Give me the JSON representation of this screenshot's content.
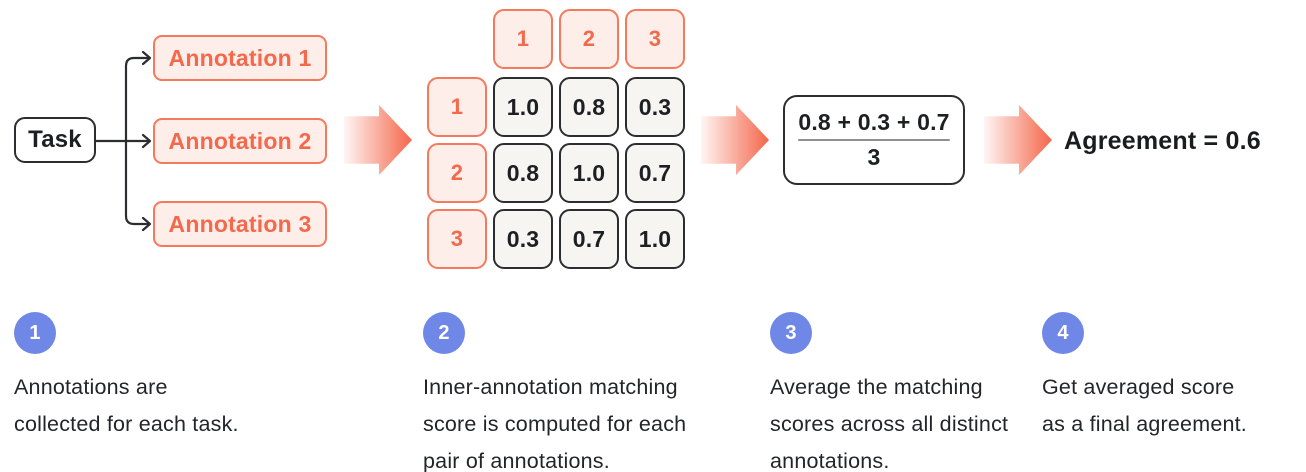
{
  "flow": {
    "task_label": "Task",
    "annotations": [
      "Annotation 1",
      "Annotation 2",
      "Annotation 3"
    ],
    "matrix": {
      "col_headers": [
        "1",
        "2",
        "3"
      ],
      "row_headers": [
        "1",
        "2",
        "3"
      ],
      "cells": [
        [
          "1.0",
          "0.8",
          "0.3"
        ],
        [
          "0.8",
          "1.0",
          "0.7"
        ],
        [
          "0.3",
          "0.7",
          "1.0"
        ]
      ]
    },
    "formula": {
      "numerator": "0.8 + 0.3 + 0.7",
      "denominator": "3"
    },
    "result_label": "Agreement = 0.6"
  },
  "steps": [
    {
      "number": "1",
      "lines": [
        "Annotations are",
        "collected for each task.",
        ""
      ]
    },
    {
      "number": "2",
      "lines": [
        "Inner-annotation matching",
        "score is computed for each",
        "pair of annotations."
      ]
    },
    {
      "number": "3",
      "lines": [
        "Average the matching",
        "scores across all distinct",
        "annotations."
      ]
    },
    {
      "number": "4",
      "lines": [
        "Get averaged score",
        "as a final agreement.",
        ""
      ]
    }
  ],
  "colors": {
    "coral": "#f4684b",
    "coral_border": "#f5795c",
    "coral_fill": "#fdeee9",
    "blue_step": "#6f87e7",
    "dark": "#2b2d31",
    "cell_bg": "#f6f5f2"
  }
}
